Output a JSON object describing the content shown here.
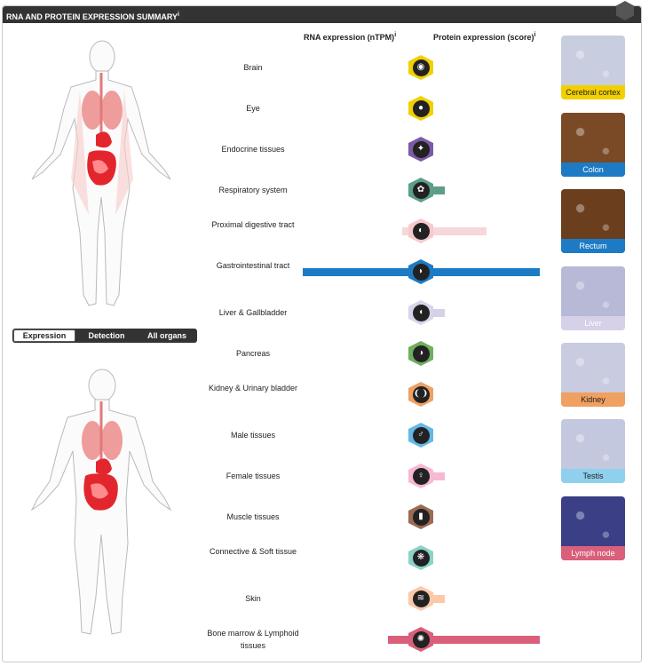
{
  "header": {
    "title": "RNA AND PROTEIN EXPRESSION SUMMARY",
    "info": "i"
  },
  "columns": {
    "rna": "RNA expression (nTPM)",
    "protein": "Protein expression (score)",
    "info": "i"
  },
  "tabs": [
    {
      "label": "Expression",
      "active": true
    },
    {
      "label": "Detection",
      "active": false
    },
    {
      "label": "All organs",
      "active": false
    }
  ],
  "tissues": [
    {
      "label": "Brain",
      "color": "#f2d000",
      "icon": "brain-icon",
      "glyph": "◉",
      "rna": 0,
      "protein": 0,
      "barColor": "#f2d000"
    },
    {
      "label": "Eye",
      "color": "#f2d000",
      "icon": "eye-icon",
      "glyph": "●",
      "rna": 0,
      "protein": 0,
      "barColor": "#f2d000"
    },
    {
      "label": "Endocrine tissues",
      "color": "#7b5aa6",
      "icon": "thyroid-icon",
      "glyph": "✦",
      "rna": 0,
      "protein": 0,
      "barColor": "#7b5aa6"
    },
    {
      "label": "Respiratory system",
      "color": "#5b9e8a",
      "icon": "lungs-icon",
      "glyph": "✿",
      "rna": 0.06,
      "protein": 0.2,
      "barColor": "#5b9e8a"
    },
    {
      "label": "Proximal digestive tract",
      "color": "#f7c9cc",
      "icon": "mouth-icon",
      "glyph": "◐",
      "rna": 0.16,
      "protein": 0.55,
      "barColor": "#f7d7d9"
    },
    {
      "label": "Gastrointestinal tract",
      "color": "#1c7bc4",
      "icon": "stomach-icon",
      "glyph": "◗",
      "rna": 1.0,
      "protein": 1.0,
      "barColor": "#1c7bc4"
    },
    {
      "label": "Liver & Gallbladder",
      "color": "#d9d2ea",
      "icon": "liver-icon",
      "glyph": "◖",
      "rna": 0,
      "protein": 0.2,
      "barColor": "#d6d0e8"
    },
    {
      "label": "Pancreas",
      "color": "#6fae5f",
      "icon": "pancreas-icon",
      "glyph": "◑",
      "rna": 0,
      "protein": 0,
      "barColor": "#6fae5f"
    },
    {
      "label": "Kidney & Urinary bladder",
      "color": "#f0a060",
      "icon": "kidney-icon",
      "glyph": "❨❩",
      "rna": 0.04,
      "protein": 0,
      "barColor": "#f0a060"
    },
    {
      "label": "Male tissues",
      "color": "#63b8e6",
      "icon": "male-icon",
      "glyph": "♂",
      "rna": 0,
      "protein": 0,
      "barColor": "#63b8e6"
    },
    {
      "label": "Female tissues",
      "color": "#f7b8d4",
      "icon": "uterus-icon",
      "glyph": "♀",
      "rna": 0.06,
      "protein": 0.2,
      "barColor": "#f7b8d4"
    },
    {
      "label": "Muscle tissues",
      "color": "#9c6b52",
      "icon": "muscle-icon",
      "glyph": "▮",
      "rna": 0.05,
      "protein": 0,
      "barColor": "#9c6b52"
    },
    {
      "label": "Connective & Soft tissue",
      "color": "#8bd3c7",
      "icon": "connective-icon",
      "glyph": "❋",
      "rna": 0,
      "protein": 0,
      "barColor": "#8bd3c7"
    },
    {
      "label": "Skin",
      "color": "#fbc9a8",
      "icon": "skin-icon",
      "glyph": "≋",
      "rna": 0,
      "protein": 0.2,
      "barColor": "#fbc9a8"
    },
    {
      "label": "Bone marrow & Lymphoid tissues",
      "color": "#d95f7a",
      "icon": "bone-marrow-icon",
      "glyph": "✺",
      "rna": 0.28,
      "protein": 1.0,
      "barColor": "#d95f7a"
    }
  ],
  "thumbnails": [
    {
      "label": "Cerebral cortex",
      "capColor": "#f2d000",
      "capText": "#222",
      "bg": "#c8cde0"
    },
    {
      "label": "Colon",
      "capColor": "#1c7bc4",
      "capText": "#fff",
      "bg": "#7a4a26"
    },
    {
      "label": "Rectum",
      "capColor": "#1c7bc4",
      "capText": "#fff",
      "bg": "#6b3e1e"
    },
    {
      "label": "Liver",
      "capColor": "#d6d0e8",
      "capText": "#fff",
      "bg": "#b7b9d6"
    },
    {
      "label": "Kidney",
      "capColor": "#f0a060",
      "capText": "#222",
      "bg": "#c9cbe0"
    },
    {
      "label": "Testis",
      "capColor": "#8fd0ee",
      "capText": "#222",
      "bg": "#c4c8de"
    },
    {
      "label": "Lymph node",
      "capColor": "#d95f7a",
      "capText": "#fff",
      "bg": "#3a3f86"
    }
  ]
}
